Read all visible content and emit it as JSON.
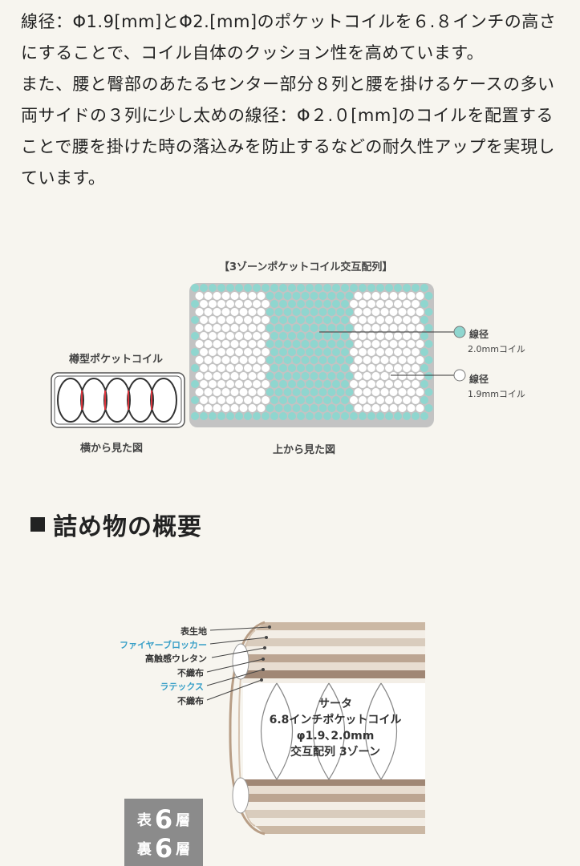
{
  "intro": {
    "paragraph1": "線径：Φ1.9[mm]とΦ2.[mm]のポケットコイルを６.８インチの高さにすることで、コイル自体のクッション性を高めています。",
    "paragraph2": "また、腰と臀部のあたるセンター部分８列と腰を掛けるケースの多い両サイドの３列に少し太めの線径：Φ２.０[mm]のコイルを配置することで腰を掛けた時の落込みを防止するなどの耐久性アップを実現しています。"
  },
  "diagram1": {
    "caption": "【3ゾーンポケットコイル交互配列】",
    "barrel_title": "樽型ポケットコイル",
    "side_caption": "横から見た図",
    "top_caption": "上から見た図",
    "legend_thick_title": "線径",
    "legend_thick_sub": "2.0mmコイル",
    "legend_thin_title": "線径",
    "legend_thin_sub": "1.9mmコイル",
    "colors": {
      "teal": "#8fd6cf",
      "frame": "#c0c0c0",
      "red": "#d9343c"
    }
  },
  "section": {
    "heading": "詰め物の概要"
  },
  "diagram2": {
    "labels": [
      "表生地",
      "ファイヤーブロッカー",
      "高触感ウレタン",
      "不織布",
      "ラテックス",
      "不織布"
    ],
    "core_lines": [
      "サータ",
      "6.8インチポケットコイル",
      "φ1.9､2.0mm",
      "交互配列 3ゾーン"
    ],
    "layers": {
      "front_a": "表",
      "front_num": "6",
      "front_b": "層",
      "back_a": "裏",
      "back_num": "6",
      "back_b": "層"
    }
  }
}
